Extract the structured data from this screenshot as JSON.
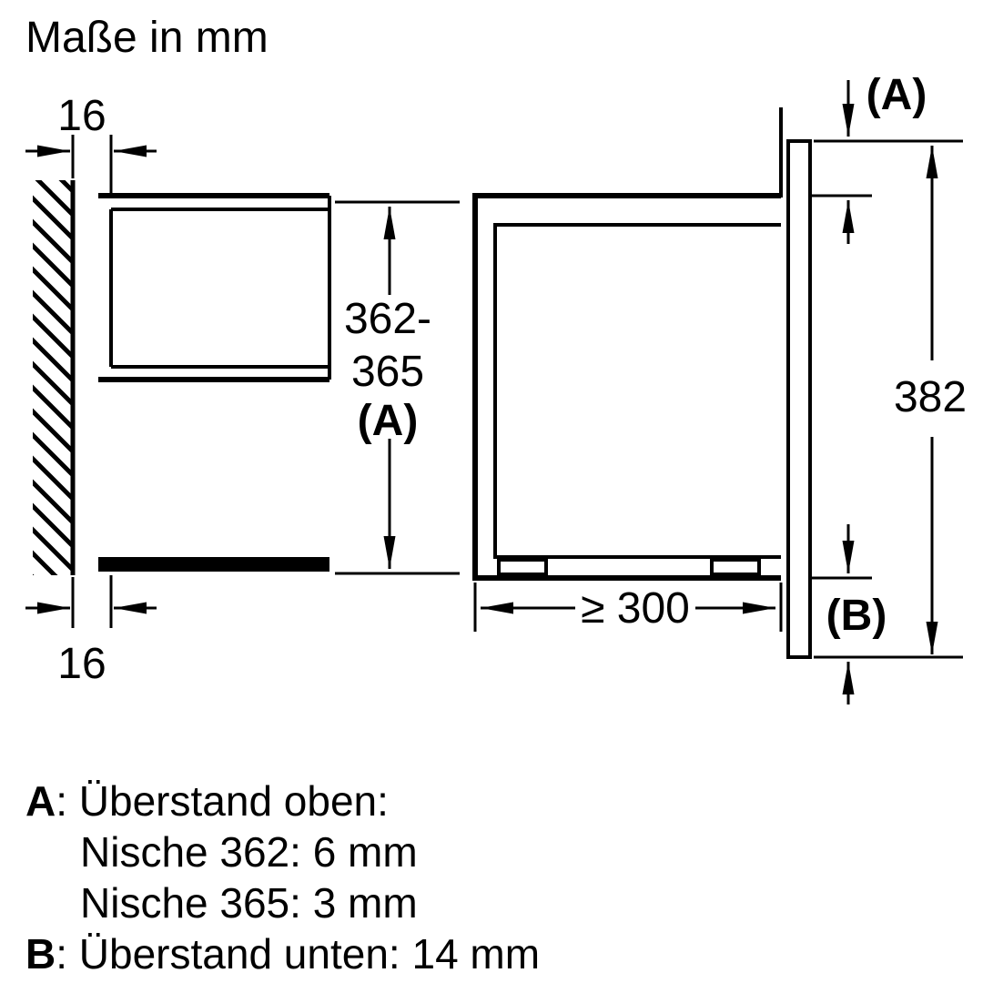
{
  "title": "Maße in mm",
  "diagram": {
    "dim_wall_gap_top": "16",
    "dim_wall_gap_bottom": "16",
    "dim_niche_height": {
      "line1": "362-",
      "line2": "365",
      "line3": "(A)"
    },
    "dim_overhang_top": "(A)",
    "dim_appliance_height": "382",
    "dim_min_depth": "≥ 300",
    "dim_overhang_bottom": "(B)"
  },
  "legend": [
    {
      "prefix": "A",
      "text": ": Überstand oben:"
    },
    {
      "prefix": "",
      "text": "Nische 362: 6 mm"
    },
    {
      "prefix": "",
      "text": "Nische 365: 3 mm"
    },
    {
      "prefix": "B",
      "text": ": Überstand unten: 14 mm"
    }
  ],
  "colors": {
    "line": "#000000",
    "background": "#ffffff"
  }
}
